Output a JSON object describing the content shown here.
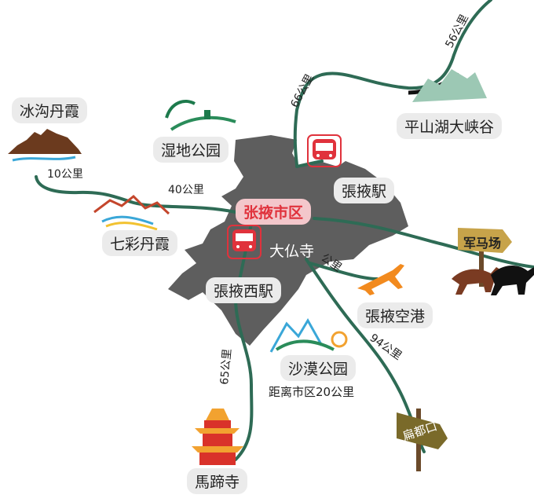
{
  "places": {
    "bingou": "冰沟丹霞",
    "wetland": "湿地公园",
    "pingshan": "平山湖大峡谷",
    "zhangye_station": "張掖駅",
    "city": "张掖市区",
    "qicai": "七彩丹霞",
    "dafosi": "大仏寺",
    "west_station": "張掖西駅",
    "airport": "張掖空港",
    "desert_park": "沙漠公园",
    "desert_distance": "距离市区20公里",
    "matisi": "馬蹄寺",
    "junmachang": "军马场",
    "biandukou": "扁都口"
  },
  "distances": {
    "d10": "10公里",
    "d40": "40公里",
    "d66": "66公里",
    "d56": "56公里",
    "d65": "65公里",
    "d94": "94公里",
    "dkm": "公里"
  },
  "colors": {
    "road": "#2e6b55",
    "city_area": "#5e5e5e",
    "station_red": "#e0323c",
    "city_label_bg": "#f3c7cb",
    "label_bg": "#ebebeb",
    "airport_orange": "#f28a1e"
  },
  "icons": [
    "train-icon",
    "airplane-icon",
    "pagoda-icon",
    "horse-icon",
    "signpost-icon",
    "rock-icon"
  ]
}
